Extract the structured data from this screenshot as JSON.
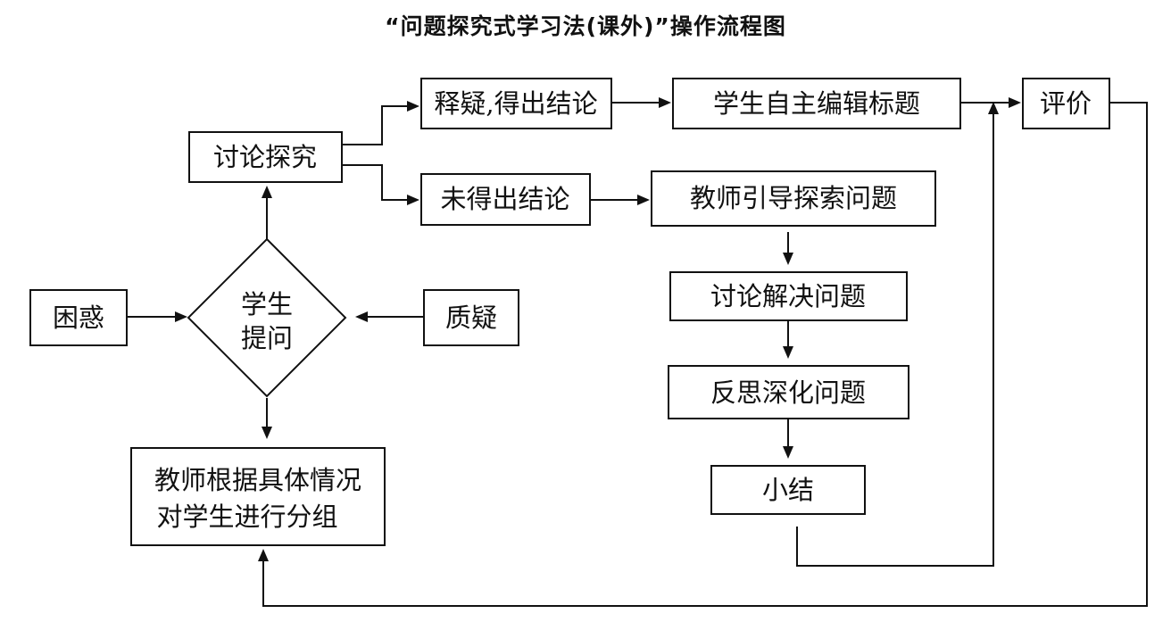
{
  "title": "“问题探究式学习法(课外)”操作流程图",
  "nodes": {
    "kunhuo": "困惑",
    "xuesheng_tiwen": [
      "学生",
      "提问"
    ],
    "zhiyi": "质疑",
    "taolun_tanjiu": "讨论探究",
    "shiyi_jielun": "释疑,得出结论",
    "zizhu_biaoti": "学生自主编辑标题",
    "pingjia": "评价",
    "wei_jielun": "未得出结论",
    "jiaoshi_yindao": "教师引导探索问题",
    "taolun_jiejue": "讨论解决问题",
    "fansi_shenhua": "反思深化问题",
    "xiaojie": "小结",
    "fenzu": [
      "教师根据具体情况",
      "对学生进行分组"
    ]
  },
  "edges": [
    [
      "困惑",
      "学生提问"
    ],
    [
      "质疑",
      "学生提问"
    ],
    [
      "学生提问",
      "讨论探究"
    ],
    [
      "学生提问",
      "教师根据具体情况对学生进行分组"
    ],
    [
      "讨论探究",
      "释疑,得出结论"
    ],
    [
      "讨论探究",
      "未得出结论"
    ],
    [
      "释疑,得出结论",
      "学生自主编辑标题"
    ],
    [
      "学生自主编辑标题",
      "评价"
    ],
    [
      "未得出结论",
      "教师引导探索问题"
    ],
    [
      "教师引导探索问题",
      "讨论解决问题"
    ],
    [
      "讨论解决问题",
      "反思深化问题"
    ],
    [
      "反思深化问题",
      "小结"
    ],
    [
      "小结",
      "评价"
    ],
    [
      "评价",
      "教师根据具体情况对学生进行分组"
    ]
  ]
}
